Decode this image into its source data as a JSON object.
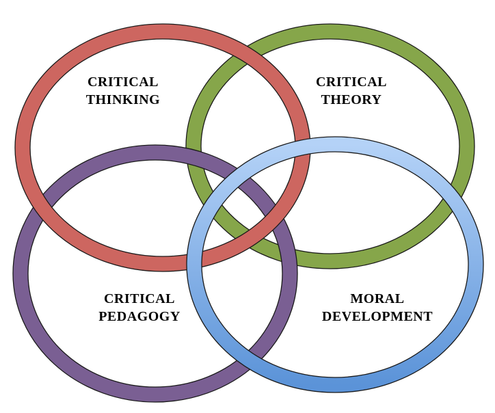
{
  "diagram": {
    "background": "#ffffff",
    "circles": [
      {
        "id": "critical-thinking",
        "label_line1": "CRITICAL",
        "label_line2": "THINKING",
        "ring_color": "#cd6660",
        "ring_color_light": "#d98782",
        "outline_color": "#1a1a1a"
      },
      {
        "id": "critical-theory",
        "label_line1": "CRITICAL",
        "label_line2": "THEORY",
        "ring_color": "#86a64a",
        "ring_color_light": "#9bbb5c",
        "outline_color": "#1a1a1a"
      },
      {
        "id": "critical-pedagogy",
        "label_line1": "CRITICAL",
        "label_line2": "PEDAGOGY",
        "ring_color": "#7a5f93",
        "ring_color_light": "#8d73a6",
        "outline_color": "#1a1a1a"
      },
      {
        "id": "moral-development",
        "label_line1": "MORAL",
        "label_line2": "DEVELOPMENT",
        "ring_color": "#5b93d8",
        "ring_color_light": "#b4d2f7",
        "outline_color": "#1a1a1a"
      }
    ]
  }
}
